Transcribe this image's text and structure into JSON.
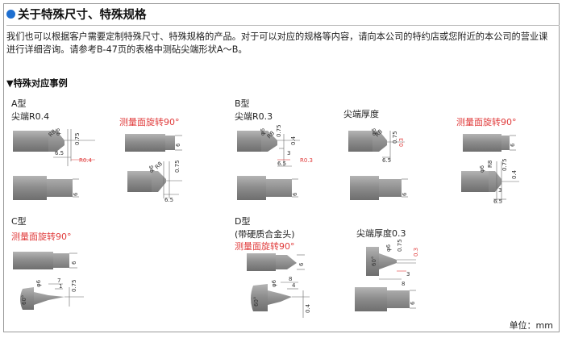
{
  "section": {
    "title": "关于特殊尺寸、特殊规格",
    "intro": "我们也可以根据客户需要定制特殊尺寸、特殊规格的产品。对于可以对应的规格等内容，请向本公司的特约店或您附近的本公司的营业课进行详细咨询。请参考B-47页的表格中测砧尖端形状A～B。",
    "examples_heading": "▼特殊对应事例"
  },
  "examples": {
    "a": {
      "type": "A型",
      "note": "尖端R0.4",
      "rotated": "测量面旋转90°"
    },
    "b": {
      "type": "B型",
      "note": "尖端R0.3",
      "thickness": "尖端厚度",
      "rotated": "测量面旋转90°"
    },
    "c": {
      "type": "C型",
      "rotated": "测量面旋转90°"
    },
    "d": {
      "type": "D型",
      "note": "(带硬质合金头)",
      "rotated": "测量面旋转90°",
      "thickness": "尖端厚度0.3"
    }
  },
  "dims": {
    "phi6": "φ6",
    "r8": "R8",
    "d075": "0.75",
    "d65": "6.5",
    "r04": "R0.4",
    "d6": "6",
    "r03": "R0.3",
    "d3": "3",
    "d04": "0.4",
    "d03": "0.3",
    "d60": "60°",
    "d7": "7",
    "d1": "1",
    "d8": "8",
    "d4": "4"
  },
  "unit_label": "单位：mm",
  "colors": {
    "accent_dot": "#1e6fd0",
    "red_text": "#e03a3a",
    "drawing_gray": "#8c8c8c"
  }
}
